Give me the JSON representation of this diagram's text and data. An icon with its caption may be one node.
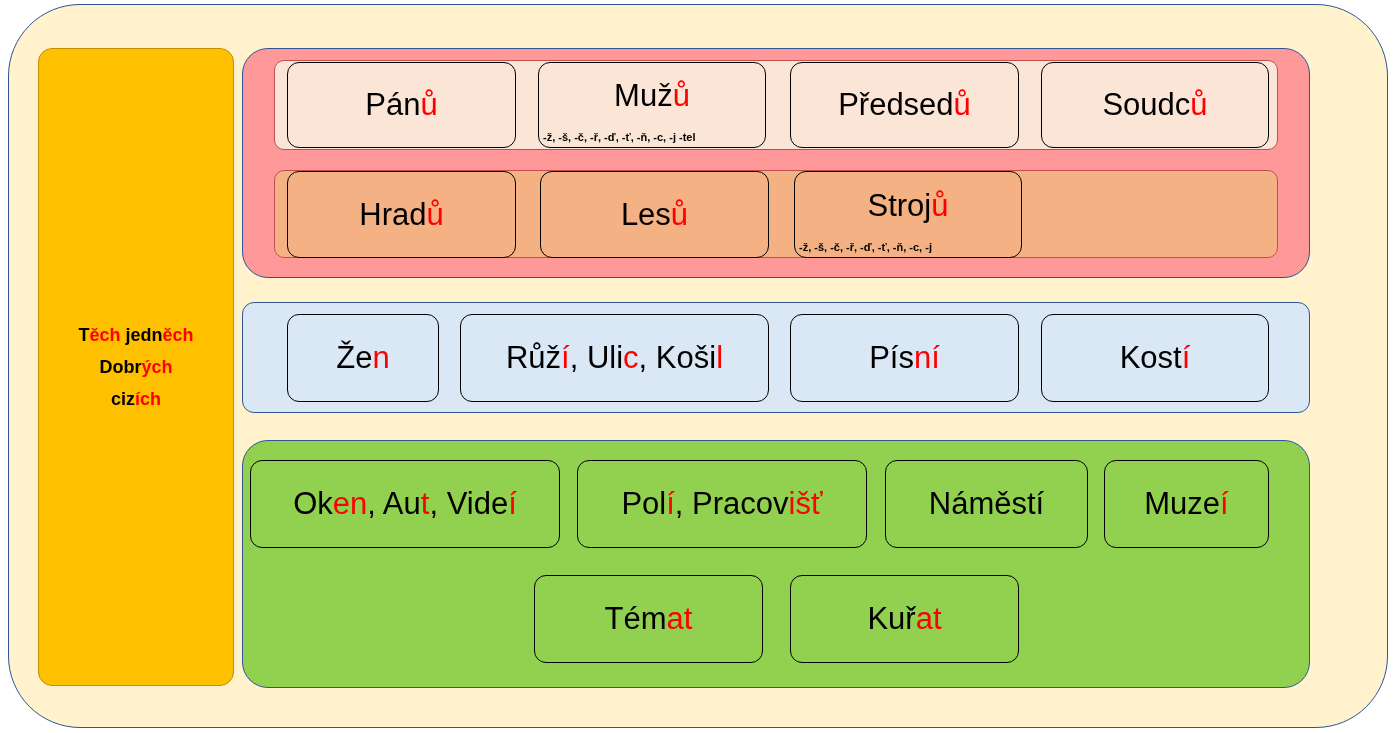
{
  "diagram": {
    "nodes": [
      {
        "text": [],
        "shape": "box"
      },
      {
        "text": [
          "T**ěch** jedn**ěch** Dobr**ých** ciz**ích**"
        ],
        "in": 0
      },
      {
        "text": [],
        "shape": "box",
        "in": 0
      },
      {
        "text": [],
        "shape": "box",
        "in": 2
      },
      {
        "text": [
          "Pán**ů**"
        ],
        "in": 3
      },
      {
        "text": [
          "Muž**ů**",
          "-ž, -š, -č, -ř, -ď, -ť, -ň, -c, -j -tel"
        ],
        "in": 3
      },
      {
        "text": [
          "Předsed**ů**"
        ],
        "in": 3
      },
      {
        "text": [
          "Soudc**ů**"
        ],
        "in": 3
      },
      {
        "text": [],
        "shape": "box",
        "in": 2
      },
      {
        "text": [
          "Hrad**ů**"
        ],
        "in": 8
      },
      {
        "text": [
          "Les**ů**"
        ],
        "in": 8
      },
      {
        "text": [
          "Stroj**ů**",
          "-ž, -š, -č, -ř, -ď, -ť, -ň, -c, -j"
        ],
        "in": 8
      },
      {
        "text": [],
        "shape": "box",
        "in": 0
      },
      {
        "text": [
          "Že**n**"
        ],
        "in": 12
      },
      {
        "text": [
          "Růž**í**, Uli**c**, Koši**l**"
        ],
        "in": 12
      },
      {
        "text": [
          "Pís**ní**"
        ],
        "in": 12
      },
      {
        "text": [
          "Kost**í**"
        ],
        "in": 12
      },
      {
        "text": [],
        "shape": "box",
        "in": 0
      },
      {
        "text": [
          "Ok**en**, Au**t**, Vide**í**"
        ],
        "in": 17
      },
      {
        "text": [
          "Pol**í**, Pracov**išť**"
        ],
        "in": 17
      },
      {
        "text": [
          "Náměstí"
        ],
        "in": 17
      },
      {
        "text": [
          "Muze**í**"
        ],
        "in": 17
      },
      {
        "text": [
          "Tém**at**"
        ],
        "in": 17
      },
      {
        "text": [
          "Kuř**at**"
        ],
        "in": 17
      }
    ]
  }
}
